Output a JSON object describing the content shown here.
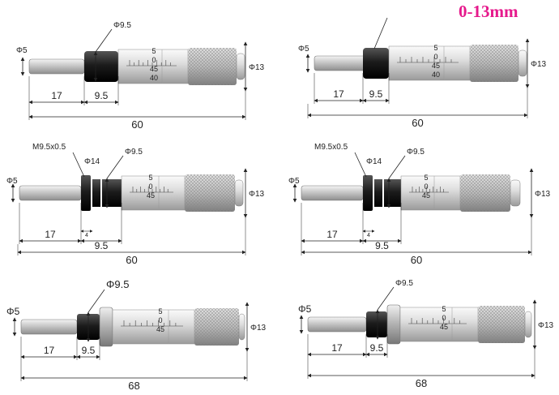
{
  "range_label": "0-13mm",
  "colors": {
    "range_label": "#e6198c",
    "dimension_line": "#222222",
    "spindle": "#c8c8c8",
    "barrel": "#d9d9d9",
    "knurl": "#bdbdbd",
    "black_sleeve": "#1e1e1e"
  },
  "panels": [
    {
      "spindle_dia": "Φ5",
      "sleeve_dia": "Φ9.5",
      "barrel_dia": "Φ13",
      "dim_spindle": "17",
      "dim_sleeve": "9.5",
      "total_length": "60",
      "scale_marks": [
        "5",
        "0",
        "45",
        "40"
      ]
    },
    {
      "spindle_dia": "Φ5",
      "sleeve_dia": "",
      "barrel_dia": "Φ13",
      "dim_spindle": "17",
      "dim_sleeve": "9.5",
      "total_length": "60",
      "scale_marks": [
        "5",
        "0",
        "45",
        "40"
      ]
    },
    {
      "thread": "M9.5x0.5",
      "flange_dia": "Φ14",
      "sleeve_dia": "Φ9.5",
      "spindle_dia": "Φ5",
      "barrel_dia": "Φ13",
      "dim_spindle": "17",
      "dim_flange": "4",
      "dim_sleeve": "9.5",
      "total_length": "60",
      "scale_marks": [
        "5",
        "0",
        "45"
      ]
    },
    {
      "thread": "M9.5x0.5",
      "flange_dia": "Φ14",
      "sleeve_dia": "Φ9.5",
      "spindle_dia": "Φ5",
      "barrel_dia": "Φ13",
      "dim_spindle": "17",
      "dim_flange": "4",
      "dim_sleeve": "9.5",
      "total_length": "60",
      "scale_marks": [
        "5",
        "0",
        "45"
      ]
    },
    {
      "sleeve_dia": "Φ9.5",
      "spindle_dia": "Φ5",
      "barrel_dia": "Φ13",
      "dim_spindle": "17",
      "dim_sleeve": "9.5",
      "total_length": "68",
      "scale_marks": [
        "5",
        "0",
        "45"
      ]
    },
    {
      "sleeve_dia": "Φ9.5",
      "spindle_dia": "Φ5",
      "barrel_dia": "Φ13",
      "dim_spindle": "17",
      "dim_sleeve": "9.5",
      "total_length": "68",
      "scale_marks": [
        "5",
        "0",
        "45"
      ]
    }
  ]
}
